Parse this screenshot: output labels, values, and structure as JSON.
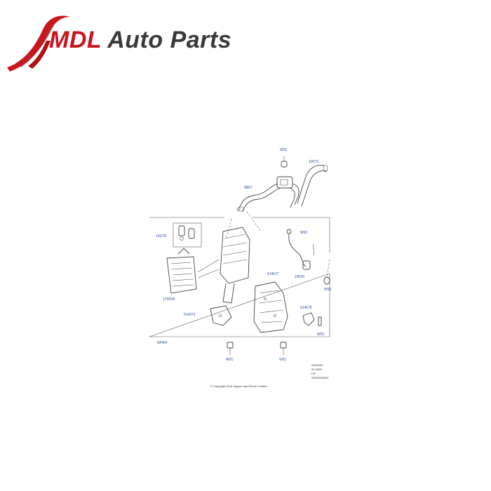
{
  "brand": {
    "name_accent": "MDL",
    "name_rest": " Auto Parts",
    "accent_color": "#c8161d",
    "text_color": "#3a3a3a",
    "swoosh_colors": [
      "#8a8a8a",
      "#c8161d"
    ]
  },
  "diagram": {
    "callouts": {
      "top_bolt": "W52",
      "hose_left": "9B07",
      "hose_right": "10073",
      "kit": "10G78",
      "bracket_nut": "W62",
      "sensor": "10029",
      "rh_fastener": "W53",
      "heat_shield": "5J4677",
      "housing": "17D666",
      "lower_bracket": "5J4373",
      "small_bracket": "5J4678",
      "clip": "W52",
      "frame": "5A464",
      "bottom_bolt_left": "W01",
      "bottom_bolt_right": "W01"
    },
    "stamp_lines": [
      "SE00000",
      "00-0000",
      "UP",
      "00000000000"
    ],
    "copyright": "© Copyright 2016 Jaguar Land Rover Limited"
  }
}
